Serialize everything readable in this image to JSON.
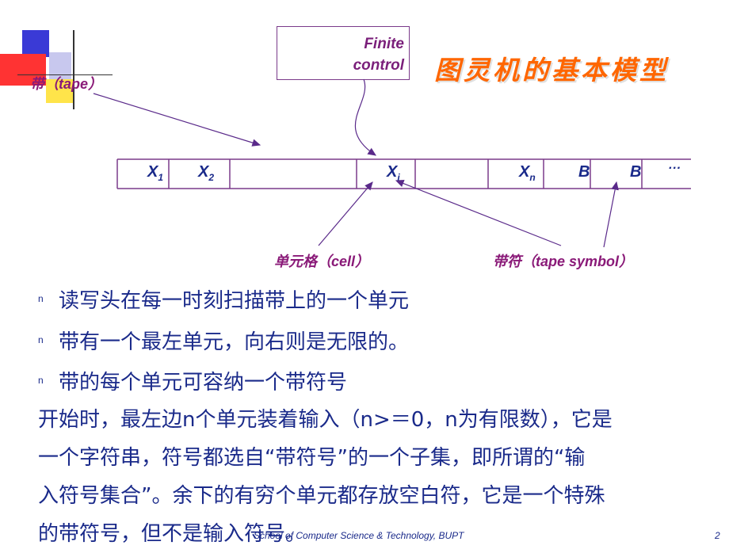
{
  "slide": {
    "title": "图灵机的基本模型",
    "finite_control": {
      "line1": "Finite",
      "line2": "control"
    },
    "tape_label": "带（tape）",
    "tape_cells": [
      {
        "base": "X",
        "sub": "1"
      },
      {
        "base": "X",
        "sub": "2"
      },
      {
        "base": "X",
        "sub": "i"
      },
      {
        "base": "X",
        "sub": "n"
      },
      {
        "base": "B",
        "sub": ""
      },
      {
        "base": "B",
        "sub": ""
      },
      {
        "base": "···",
        "sub": ""
      }
    ],
    "cell_label": "单元格（cell）",
    "tape_symbol_label": "带符（tape symbol）",
    "bullets": [
      {
        "mark": "n",
        "text": "读写头在每一时刻扫描带上的一个单元"
      },
      {
        "mark": "n",
        "text": "带有一个最左单元，向右则是无限的。"
      },
      {
        "mark": "n",
        "text": "带的每个单元可容纳一个带符号"
      }
    ],
    "paragraph_lines": [
      "开始时，最左边n个单元装着输入（n>＝0，n为有限数），它是",
      "一个字符串，符号都选自“带符号”的一个子集，即所谓的“输",
      "入符号集合”。余下的有穷个单元都存放空白符，它是一个特殊",
      "的带符号，但不是输入符号。"
    ],
    "footer": "School of Computer Science & Technology, BUPT",
    "page_number": "2"
  },
  "colors": {
    "title": "#ff6600",
    "purple": "#8a1a78",
    "navy": "#1a2a8a",
    "tape_line": "#7a3a8a"
  }
}
